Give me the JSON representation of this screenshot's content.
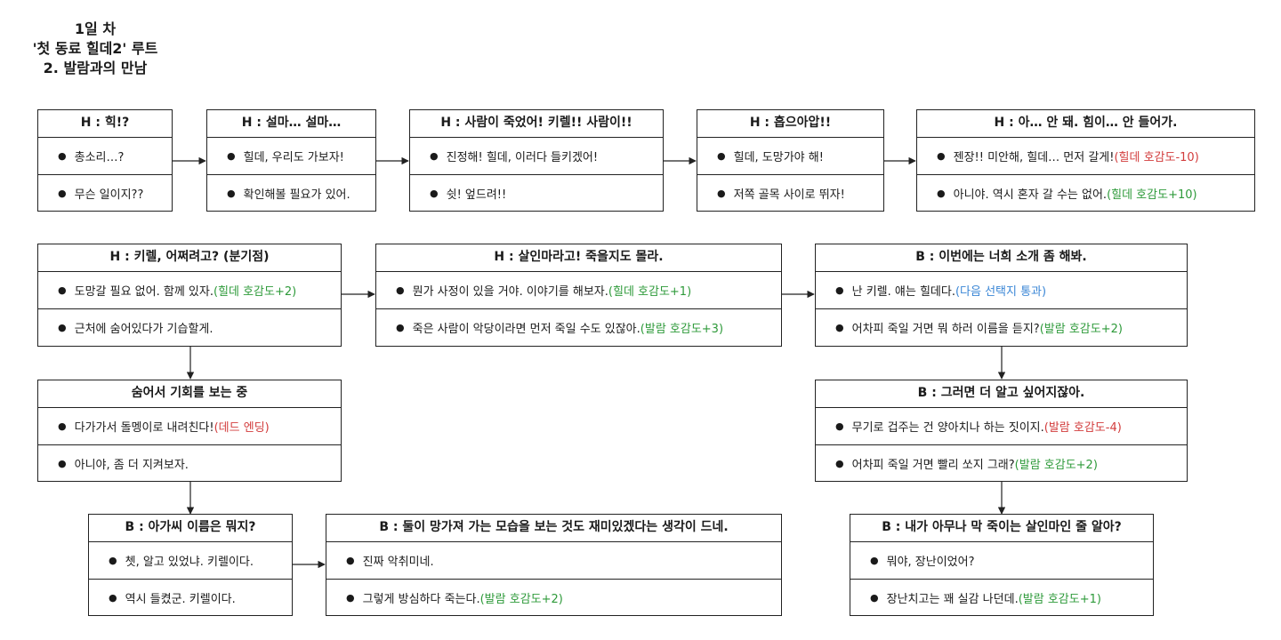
{
  "heading": {
    "line1": "1일 차",
    "line2": "'첫 동료 힐데2' 루트",
    "line3": "2. 발람과의 만남"
  },
  "colors": {
    "negative": "#d23c3c",
    "positive": "#2e9a3a",
    "neutral": "#3a86d6",
    "border": "#222222"
  },
  "nodes": {
    "n1": {
      "title": "H : 힉!?",
      "choices": [
        {
          "text": "총소리…?",
          "effect": ""
        },
        {
          "text": "무슨 일이지??",
          "effect": ""
        }
      ]
    },
    "n2": {
      "title": "H : 설마… 설마…",
      "choices": [
        {
          "text": "힐데, 우리도 가보자!",
          "effect": ""
        },
        {
          "text": "확인해볼 필요가 있어.",
          "effect": ""
        }
      ]
    },
    "n3": {
      "title": "H : 사람이 죽었어! 키렐!! 사람이!!",
      "choices": [
        {
          "text": "진정해! 힐데, 이러다 들키겠어!",
          "effect": ""
        },
        {
          "text": "쉿! 엎드려!!",
          "effect": ""
        }
      ]
    },
    "n4": {
      "title": "H : 흡으아압!!",
      "choices": [
        {
          "text": "힐데, 도망가야 해!",
          "effect": ""
        },
        {
          "text": "저쪽 골목 사이로 뛰자!",
          "effect": ""
        }
      ]
    },
    "n5": {
      "title": "H : 아… 안 돼. 힘이… 안 들어가.",
      "choices": [
        {
          "text": "젠장!! 미안해, 힐데… 먼저 갈게! ",
          "effect": "(힐데 호감도-10)"
        },
        {
          "text": "아니야. 역시 혼자 갈 수는 없어. ",
          "effect": "(힐데 호감도+10)"
        }
      ]
    },
    "n6": {
      "title": "H : 키렐, 어쩌려고? (분기점)",
      "choices": [
        {
          "text": "도망갈 필요 없어. 함께 있자. ",
          "effect": "(힐데 호감도+2)"
        },
        {
          "text": "근처에 숨어있다가 기습할게.",
          "effect": ""
        }
      ]
    },
    "n7": {
      "title": "H : 살인마라고! 죽을지도 몰라.",
      "choices": [
        {
          "text": "뭔가 사정이 있을 거야. 이야기를 해보자. ",
          "effect": "(힐데 호감도+1)"
        },
        {
          "text": "죽은 사람이 악당이라면 먼저 죽일 수도 있잖아. ",
          "effect": "(발람 호감도+3)"
        }
      ]
    },
    "n8": {
      "title": "B : 이번에는 너희 소개 좀 해봐.",
      "choices": [
        {
          "text": "난 키렐. 얘는 힐데다. ",
          "effect": "(다음 선택지 통과)"
        },
        {
          "text": "어차피 죽일 거면 뭐 하러 이름을 듣지? ",
          "effect": "(발람 호감도+2)"
        }
      ]
    },
    "n9": {
      "title": "숨어서 기회를 보는 중",
      "choices": [
        {
          "text": "다가가서 돌멩이로 내려친다! ",
          "effect": "(데드 엔딩)"
        },
        {
          "text": "아니야, 좀 더 지켜보자.",
          "effect": ""
        }
      ]
    },
    "n10": {
      "title": "B : 그러면 더 알고 싶어지잖아.",
      "choices": [
        {
          "text": "무기로 겁주는 건 양아치나 하는 짓이지. ",
          "effect": "(발람 호감도-4)"
        },
        {
          "text": "어차피 죽일 거면 빨리 쏘지 그래? ",
          "effect": "(발람 호감도+2)"
        }
      ]
    },
    "n11": {
      "title": "B : 아가씨 이름은 뭐지?",
      "choices": [
        {
          "text": "쳇, 알고 있었냐. 키렐이다.",
          "effect": ""
        },
        {
          "text": "역시 들켰군. 키렐이다.",
          "effect": ""
        }
      ]
    },
    "n12": {
      "title": "B : 둘이 망가져 가는 모습을 보는 것도 재미있겠다는 생각이 드네.",
      "choices": [
        {
          "text": "진짜 악취미네.",
          "effect": ""
        },
        {
          "text": "그렇게 방심하다 죽는다. ",
          "effect": "(발람 호감도+2)"
        }
      ]
    },
    "n13": {
      "title": "B : 내가 아무나 막 죽이는 살인마인 줄 알아?",
      "choices": [
        {
          "text": "뭐야, 장난이었어?",
          "effect": ""
        },
        {
          "text": "장난치고는 꽤 실감 나던데. ",
          "effect": "(발람 호감도+1)"
        }
      ]
    }
  }
}
